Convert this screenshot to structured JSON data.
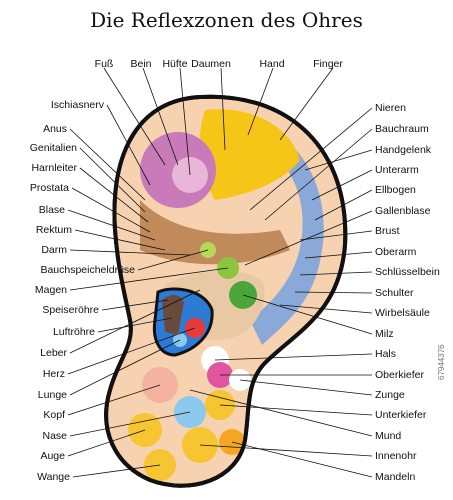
{
  "title": "Die Reflexzonen des Ohres",
  "labels_top": [
    "Fuß",
    "Bein",
    "Hüfte",
    "Daumen",
    "Hand",
    "Finger"
  ],
  "labels_left": [
    "Ischiasnerv",
    "Anus",
    "Genitalien",
    "Harnleiter",
    "Prostata",
    "Blase",
    "Rektum",
    "Darm",
    "Bauchspeicheldrüse",
    "Magen",
    "Speiseröhre",
    "Luftröhre",
    "Leber",
    "Herz",
    "Lunge",
    "Kopf",
    "Nase",
    "Auge",
    "Wange"
  ],
  "labels_right": [
    "Nieren",
    "Bauchraum",
    "Handgelenk",
    "Unterarm",
    "Ellbogen",
    "Gallenblase",
    "Brust",
    "Oberarm",
    "Schlüsselbein",
    "Schulter",
    "Wirbelsäule",
    "Milz",
    "Hals",
    "Oberkiefer",
    "Zunge",
    "Unterkiefer",
    "Mund",
    "Innenohr",
    "Mandeln"
  ],
  "watermark": "67944376",
  "colors": {
    "outer_skin": "#f7d2b0",
    "helix_blue": "#8aa9d8",
    "foot_zone": "#c97ab8",
    "yellow": "#f5c518",
    "brown": "#c08a5a",
    "green": "#8cc63f",
    "dark_blue": "#2e7bd6",
    "red": "#e83a3a",
    "pink": "#e0559e",
    "lobe_yellow": "#f7c531",
    "light_blue": "#8cc9ef",
    "outline": "#111111"
  }
}
